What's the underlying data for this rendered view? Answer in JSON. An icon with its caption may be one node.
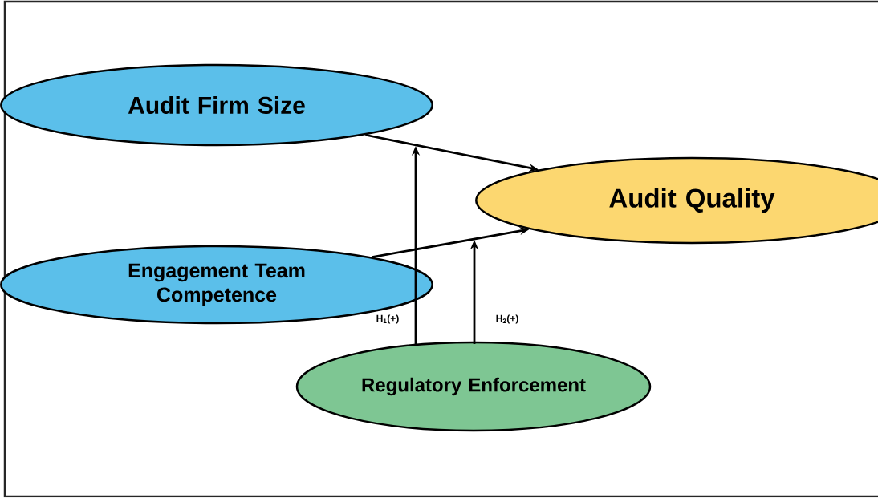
{
  "diagram": {
    "nodes": [
      {
        "text": [
          "Audit Firm Size"
        ]
      },
      {
        "text": [
          "Audit Quality"
        ]
      },
      {
        "text": [
          "Engagement Team Competence"
        ]
      },
      {
        "text": [
          "Regulatory Enforcement"
        ]
      }
    ],
    "edges": [
      {
        "from": 0,
        "to": 1,
        "arrow": "to"
      },
      {
        "from": 2,
        "to": 1,
        "arrow": "to"
      },
      {
        "from": 3,
        "to": null,
        "arrow": "to",
        "label": "H$_{1}$(+)"
      },
      {
        "from": 3,
        "to": null,
        "arrow": "to",
        "label": "H$_{2}$(+)"
      }
    ]
  }
}
